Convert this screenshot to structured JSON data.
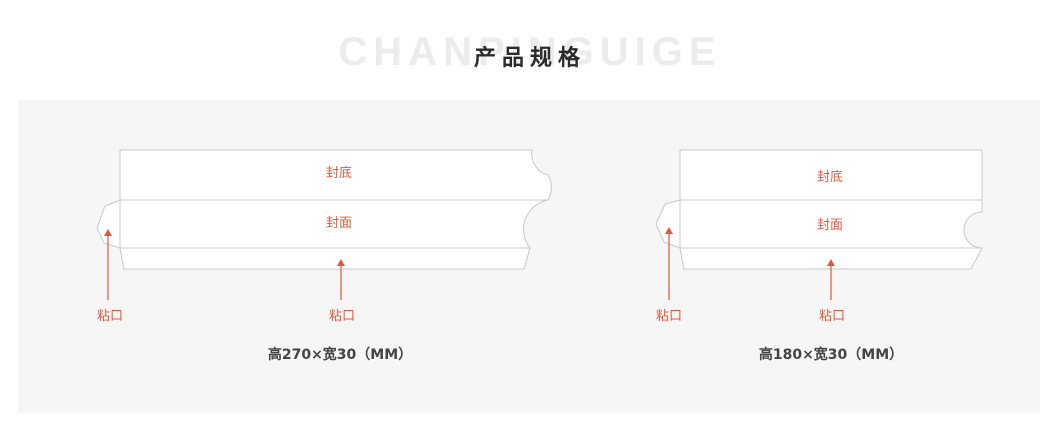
{
  "header": {
    "watermark": "CHANPINGUIGE",
    "title": "产品规格"
  },
  "boxes": [
    {
      "face_top": "封底",
      "face_bottom": "封面",
      "glue_left": "粘口",
      "glue_bottom": "粘口",
      "caption": "高270×宽30（MM）"
    },
    {
      "face_top": "封底",
      "face_bottom": "封面",
      "glue_left": "粘口",
      "glue_bottom": "粘口",
      "caption": "高180×宽30（MM）"
    }
  ],
  "colors": {
    "label": "#e05a3a",
    "outline": "#c8c8c8",
    "panel": "#f6f6f6"
  }
}
